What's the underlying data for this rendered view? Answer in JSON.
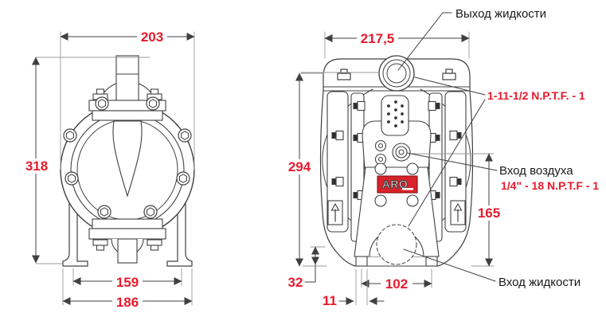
{
  "colors": {
    "dimension_text": "#e8192c",
    "drawing_line": "#404040",
    "extension_line": "#9a9a9a",
    "logo_red": "#d8232a"
  },
  "side_view": {
    "dim_width": "203",
    "dim_height": "318",
    "dim_bolt_span": "159",
    "dim_base_width": "186"
  },
  "front_view": {
    "dim_width": "217,5",
    "dim_height": "294",
    "dim_air_height": "165",
    "dim_base_height": "32",
    "dim_foot_span": "102",
    "dim_foot_width": "11",
    "label_fluid_outlet": "Выход жидкости",
    "label_outlet_thread": "1-11-1/2 N.P.T.F. - 1",
    "label_air_inlet": "Вход воздуха",
    "label_air_thread": "1/4\" - 18 N.P.T.F - 1",
    "label_fluid_inlet": "Вход жидкости",
    "logo": "ARO"
  }
}
